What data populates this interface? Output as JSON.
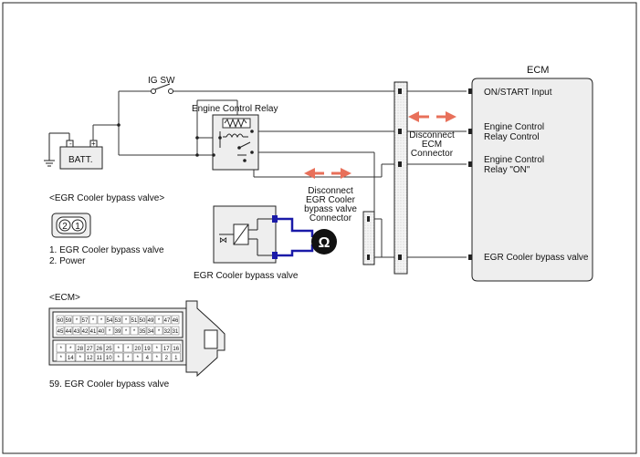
{
  "labels": {
    "ig_sw": "IG SW",
    "battery": "BATT.",
    "engine_control_relay": "Engine Control Relay",
    "disconnect_ecm": [
      "Disconnect",
      "ECM",
      "Connector"
    ],
    "disconnect_egr": [
      "Disconnect",
      "EGR Cooler",
      "bypass valve",
      "Connector"
    ],
    "egr_valve_caption": "EGR Cooler bypass valve",
    "ohm_symbol": "Ω"
  },
  "ecm_block": {
    "title": "ECM",
    "pins": [
      "ON/START Input",
      "Engine Control",
      "Relay Control",
      "Engine Control",
      "Relay \"ON\"",
      "EGR Cooler bypass valve"
    ]
  },
  "egr_connector": {
    "heading": "<EGR Cooler bypass valve>",
    "pin_numbers": [
      "2",
      "1"
    ],
    "legend": [
      "1. EGR Cooler bypass valve",
      "2. Power"
    ]
  },
  "ecm_connector": {
    "heading": "<ECM>",
    "row1": [
      "60",
      "59",
      "*",
      "57",
      "*",
      "*",
      "54",
      "53",
      "*",
      "51",
      "50",
      "49",
      "*",
      "47",
      "46"
    ],
    "row2": [
      "45",
      "44",
      "43",
      "42",
      "41",
      "40",
      "*",
      "39",
      "*",
      "*",
      "35",
      "34",
      "*",
      "32",
      "31"
    ],
    "row3": [
      "*",
      "*",
      "28",
      "27",
      "26",
      "25",
      "*",
      "*",
      "20",
      "19",
      "*",
      "17",
      "16"
    ],
    "row4": [
      "*",
      "14",
      "*",
      "12",
      "11",
      "10",
      "*",
      "*",
      "*",
      "4",
      "*",
      "2",
      "1"
    ],
    "legend": "59. EGR Cooler bypass valve"
  },
  "colors": {
    "wire": "#333333",
    "harness": "#1a1aa8",
    "disconnect_arrow": "#e8705a",
    "block_fill": "#eeeeee"
  }
}
